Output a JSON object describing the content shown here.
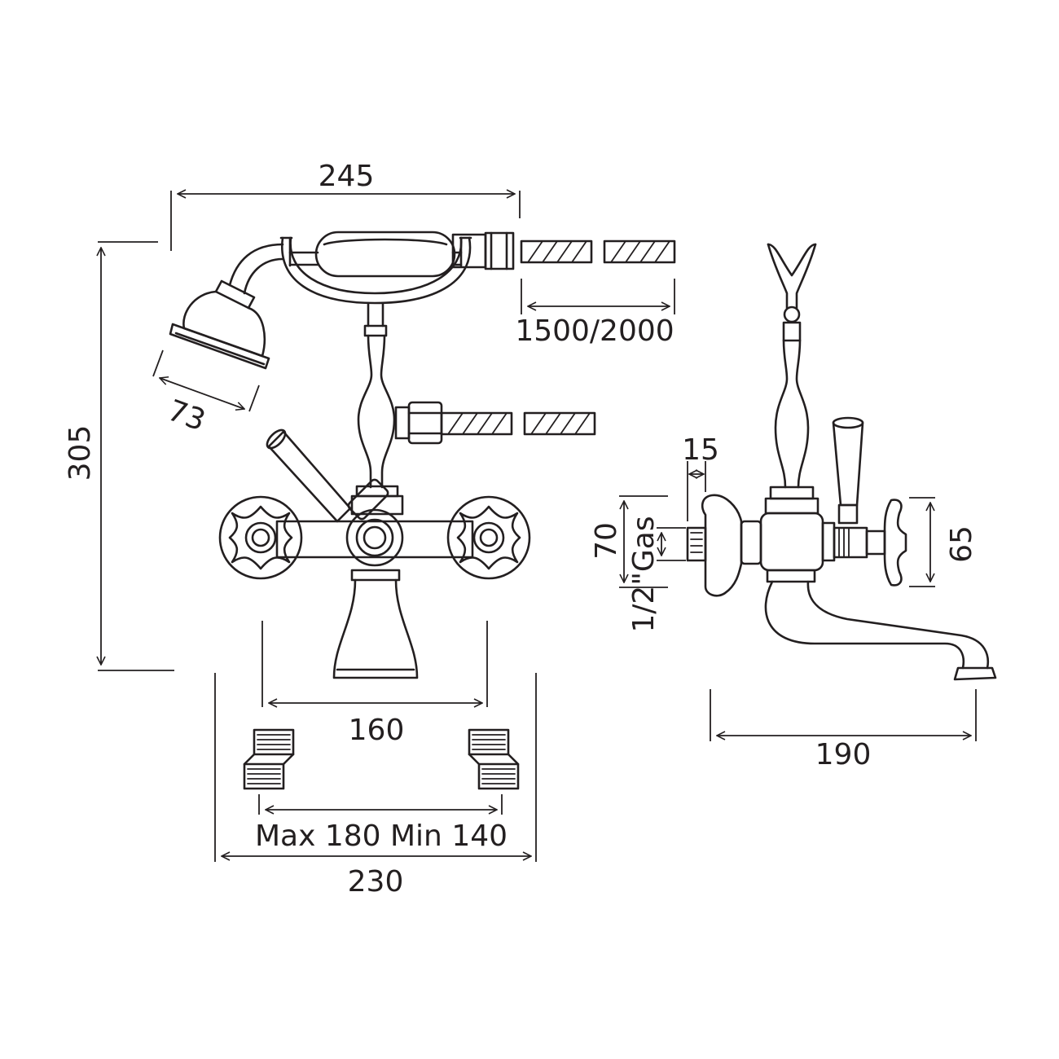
{
  "dimensions": {
    "overall_width": "245",
    "overall_height": "305",
    "hand_shower_diameter": "73",
    "hose_length": "1500/2000",
    "valve_centers": "160",
    "base_width": "230",
    "connection_range": "Max 180 Min 140",
    "side_offset": "15",
    "side_height": "70",
    "inlet_thread": "1/2\"Gas",
    "handle_height": "65",
    "spout_projection": "190"
  },
  "colors": {
    "line": "#231f20",
    "background": "#ffffff"
  }
}
